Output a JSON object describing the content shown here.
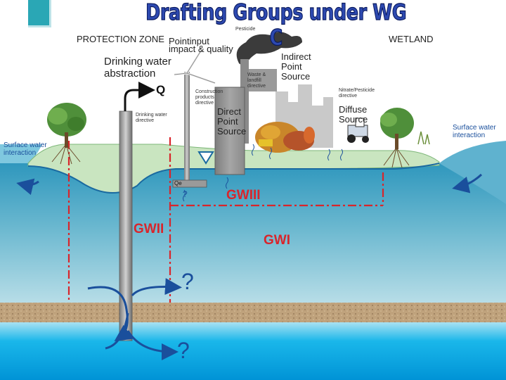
{
  "title": "Drafting Groups under WG C",
  "labels": {
    "protection_zone": "PROTECTION ZONE",
    "pointinput": "Pointinput",
    "impact_quality": "impact & quality",
    "pesticide_top": "Pesticide",
    "wetland": "WETLAND",
    "drinking_water_abstraction_1": "Drinking water",
    "drinking_water_abstraction_2": "abstraction",
    "q_symbol": "Q",
    "indirect_1": "Indirect",
    "indirect_2": "Point",
    "indirect_3": "Source",
    "waste_1": "Waste &",
    "waste_2": "landfill",
    "waste_3": "directive",
    "nitrate_1": "Nitrate/Pesticide",
    "nitrate_2": "directive",
    "construction_1": "Construction",
    "construction_2": "products",
    "construction_3": "directive",
    "drinking_directive_1": "Drinking water",
    "drinking_directive_2": "directive",
    "direct_1": "Direct",
    "direct_2": "Point",
    "direct_3": "Source",
    "diffuse_1": "Diffuse",
    "diffuse_2": "Source",
    "surface_left_1": "Surface water",
    "surface_left_2": "interaction",
    "surface_right_1": "Surface water",
    "surface_right_2": "interaction",
    "qe": "Qe",
    "small_q": "?",
    "gwiii": "GWIII",
    "gwii": "GWII",
    "gwi": "GWI",
    "question_mid": "?",
    "question_low": "?"
  },
  "colors": {
    "sky": "#ffffff",
    "land_top": "#c7e3bf",
    "aquifer_top": "#3a9cbf",
    "aquifer_bottom": "#b5dde8",
    "gravel": "#b89b74",
    "deep_water": "#00aee6",
    "zone_line": "#d9252b",
    "arrow_blue": "#1a4f9c",
    "title_fill": "#2d49b0"
  }
}
